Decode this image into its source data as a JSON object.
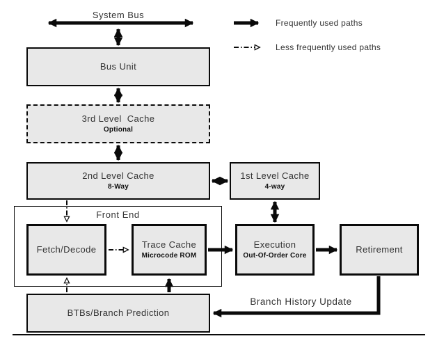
{
  "labels": {
    "system_bus": "System Bus",
    "branch_history_update": "Branch History Update"
  },
  "legend": [
    {
      "style": "solid-thick-arrow",
      "label": "Frequently used paths"
    },
    {
      "style": "dash-dot-hollow-arrow",
      "label": "Less frequently used paths"
    }
  ],
  "nodes": {
    "bus_unit": {
      "title": "Bus Unit"
    },
    "l3_cache": {
      "title": "3rd Level  Cache",
      "subtitle": "Optional"
    },
    "l2_cache": {
      "title": "2nd Level Cache",
      "subtitle": "8-Way"
    },
    "l1_cache": {
      "title": "1st Level Cache",
      "subtitle": "4-way"
    },
    "front_end": {
      "title": "Front End"
    },
    "fetch_decode": {
      "title": "Fetch/Decode"
    },
    "trace_cache": {
      "title": "Trace Cache",
      "subtitle": "Microcode ROM"
    },
    "execution": {
      "title": "Execution",
      "subtitle": "Out-Of-Order Core"
    },
    "retirement": {
      "title": "Retirement"
    },
    "btbs": {
      "title": "BTBs/Branch Prediction"
    }
  },
  "colors": {
    "box_fill": "#e8e8e8",
    "box_border": "#0a0a0a",
    "arrow": "#0a0a0a",
    "text": "#333333",
    "subtext": "#111111",
    "background": "#ffffff"
  }
}
